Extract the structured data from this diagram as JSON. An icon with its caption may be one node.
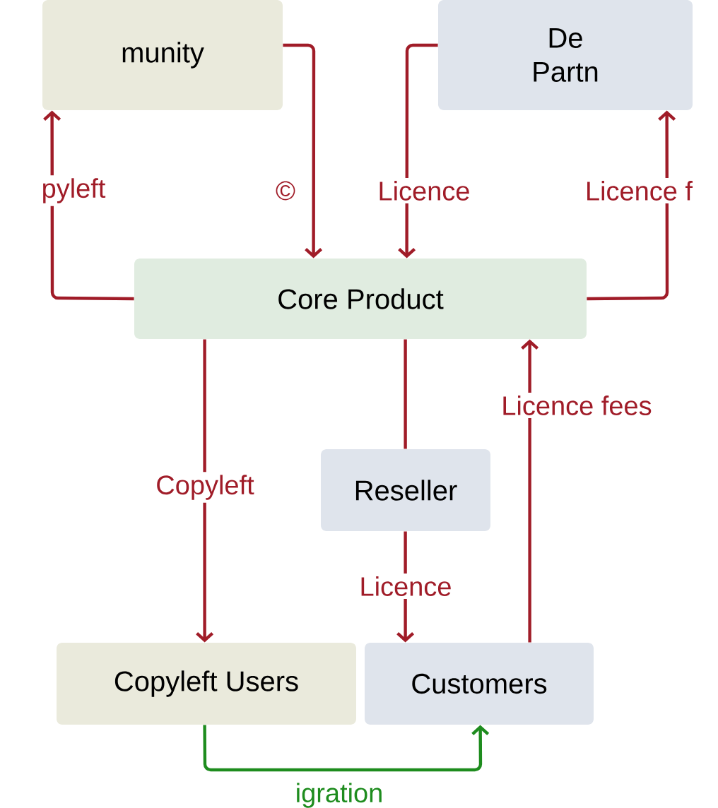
{
  "diagram": {
    "nodes": [
      {
        "text": [
          "munity"
        ]
      },
      {
        "text": [
          "De",
          "Partn"
        ]
      },
      {
        "text": [
          "Core Product"
        ]
      },
      {
        "text": [
          "Reseller"
        ]
      },
      {
        "text": [
          "Copyleft Users"
        ]
      },
      {
        "text": [
          "Customers"
        ]
      }
    ],
    "edges": [
      {
        "from": 0,
        "to": 2,
        "arrow": "to",
        "label": "©"
      },
      {
        "from": 1,
        "to": 2,
        "arrow": "to",
        "label": "Licence"
      },
      {
        "from": 2,
        "to": 1,
        "arrow": "to",
        "label": "Licence f"
      },
      {
        "from": 2,
        "to": 0,
        "arrow": "to",
        "label": "pyleft"
      },
      {
        "from": 2,
        "to": 4,
        "arrow": "to",
        "label": "Copyleft"
      },
      {
        "from": 2,
        "to": 3,
        "arrow": "none"
      },
      {
        "from": 3,
        "to": 5,
        "arrow": "to",
        "label": "Licence"
      },
      {
        "from": 5,
        "to": 2,
        "arrow": "to",
        "label": "Licence fees"
      },
      {
        "from": 4,
        "to": 5,
        "arrow": "to",
        "label": "igration",
        "color": "#1e8c1e"
      }
    ]
  }
}
